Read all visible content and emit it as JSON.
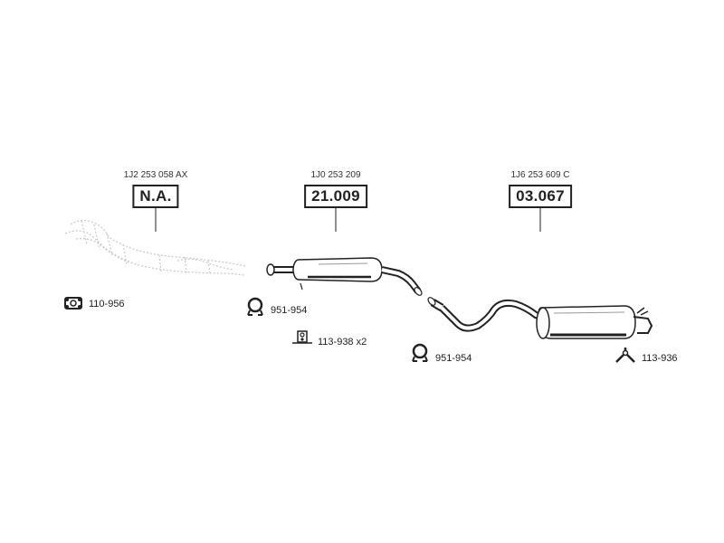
{
  "sections": [
    {
      "oem": "1J2 253 058 AX",
      "ref": "N.A."
    },
    {
      "oem": "1J0 253 209",
      "ref": "21.009"
    },
    {
      "oem": "1J6 253 609 C",
      "ref": "03.067"
    }
  ],
  "accessories": {
    "gasket_label": "110-956",
    "clamp1_label": "951-954",
    "mount_label": "113-938 x2",
    "clamp2_label": "951-954",
    "hanger_label": "113-936"
  }
}
